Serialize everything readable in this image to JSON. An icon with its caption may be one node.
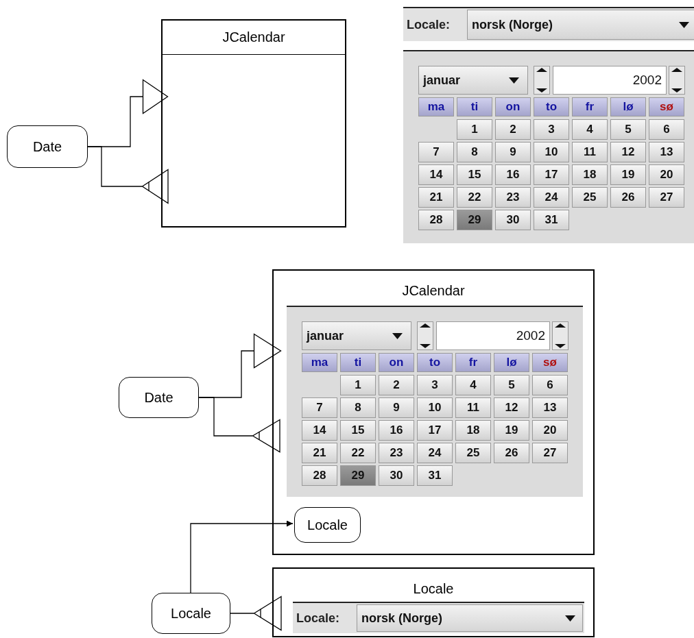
{
  "diagram": {
    "nodes": [
      {
        "text": [
          "JCalendar"
        ]
      },
      {
        "text": [
          "Date"
        ]
      },
      {
        "text": [],
        "shape": "triangle"
      },
      {
        "text": [],
        "shape": "triangle"
      },
      {
        "text": [
          "JCalendar"
        ]
      },
      {
        "text": [
          "Date"
        ]
      },
      {
        "text": [],
        "shape": "triangle"
      },
      {
        "text": [],
        "shape": "triangle"
      },
      {
        "text": [
          "Locale"
        ],
        "in": 4
      },
      {
        "text": [
          "Locale"
        ]
      },
      {
        "text": [
          "Locale"
        ]
      },
      {
        "text": [],
        "shape": "triangle"
      }
    ],
    "edges": [
      {
        "from": 1,
        "to": 2,
        "arrow": "none"
      },
      {
        "from": 1,
        "to": 3,
        "arrow": "none"
      },
      {
        "from": 5,
        "to": 6,
        "arrow": "none"
      },
      {
        "from": 5,
        "to": 7,
        "arrow": "none"
      },
      {
        "from": 10,
        "to": 8,
        "arrow": "to"
      },
      {
        "from": 10,
        "to": 11,
        "arrow": "none"
      }
    ],
    "labels": [
      "Locale:",
      "norsk (Norge)",
      "januar",
      "2002",
      "ma",
      "ti",
      "on",
      "to",
      "fr",
      "lø",
      "sø",
      "1",
      "2",
      "3",
      "4",
      "5",
      "6",
      "7",
      "8",
      "9",
      "10",
      "11",
      "12",
      "13",
      "14",
      "15",
      "16",
      "17",
      "18",
      "19",
      "20",
      "21",
      "22",
      "23",
      "24",
      "25",
      "26",
      "27",
      "28",
      "29",
      "30",
      "31",
      "januar",
      "2002",
      "ma",
      "ti",
      "on",
      "to",
      "fr",
      "lø",
      "sø",
      "1",
      "2",
      "3",
      "4",
      "5",
      "6",
      "7",
      "8",
      "9",
      "10",
      "11",
      "12",
      "13",
      "14",
      "15",
      "16",
      "17",
      "18",
      "19",
      "20",
      "21",
      "22",
      "23",
      "24",
      "25",
      "26",
      "27",
      "28",
      "29",
      "30",
      "31",
      "Locale:",
      "norsk (Norge)"
    ]
  }
}
